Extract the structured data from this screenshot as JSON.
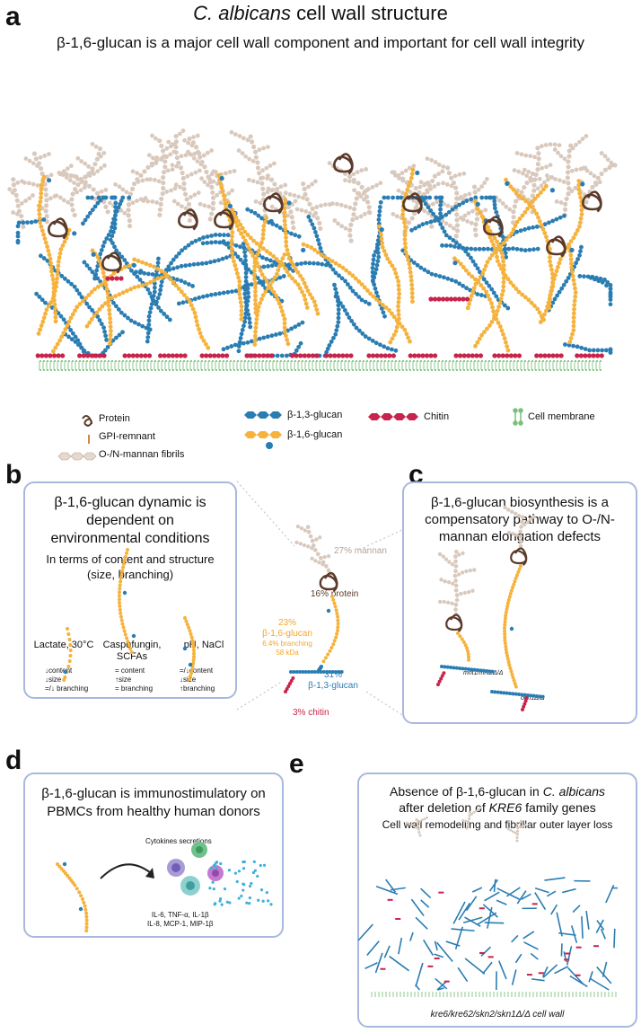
{
  "panel_a": {
    "label": "a",
    "title_italic": "C. albicans",
    "title_rest": " cell wall structure",
    "subtitle": "β-1,6-glucan is a major cell wall component and important for cell wall integrity",
    "legend": {
      "protein": "Protein",
      "gpi": "GPI-remnant",
      "mannan": "O-/N-mannan fibrils",
      "b13": "β-1,3-glucan",
      "b16": "β-1,6-glucan",
      "chitin": "Chitin",
      "membrane": "Cell membrane"
    }
  },
  "panel_b": {
    "label": "b",
    "title": "β-1,6-glucan dynamic is dependent on environmental conditions",
    "subtitle": "In terms of content and structure (size, branching)",
    "conditions": [
      {
        "name": "Lactate, 30°C",
        "effects": [
          "↓content",
          "↓size",
          "=/↓ branching"
        ]
      },
      {
        "name": "Caspofungin, SCFAs",
        "effects": [
          "= content",
          "↑size",
          "= branching"
        ]
      },
      {
        "name": "pH, NaCl",
        "effects": [
          "=/↓content",
          "↓size",
          "↑branching"
        ]
      }
    ]
  },
  "center": {
    "mannan": "27% mannan",
    "protein": "16% protein",
    "b16_pct": "23%",
    "b16_name": "β-1,6-glucan",
    "b16_branching": "6.4% branching",
    "b16_size": "58 kDa",
    "b13_pct": "31%",
    "b13_name": "β-1,3-glucan",
    "chitin": "3% chitin"
  },
  "panel_c": {
    "label": "c",
    "title": "β-1,6-glucan biosynthesis is a compensatory pathway to O-/N-mannan elongation defects",
    "mutant1": "mnt1/mnt2Δ/Δ",
    "mutant2": "och1Δ/Δ"
  },
  "panel_d": {
    "label": "d",
    "title": "β-1,6-glucan is immunostimulatory on PBMCs from healthy human donors",
    "cytokines_header": "Cytokines secretions",
    "cytokines_line1": "IL-6, TNF-α, IL-1β",
    "cytokines_line2": "IL-8, MCP-1, MIP-1β"
  },
  "panel_e": {
    "label": "e",
    "title_pre": "Absence of β-1,6-glucan in ",
    "title_italic": "C. albicans",
    "title_line2_pre": "after deletion of ",
    "title_line2_italic": "KRE6",
    "title_line2_post": " family genes",
    "subtitle": "Cell wall remodelling and fibrillar outer layer loss",
    "caption": "kre6/kre62/skn2/skn1Δ/Δ cell wall"
  },
  "colors": {
    "b13": "#2a7db3",
    "b16": "#f5b23c",
    "chitin": "#c8234a",
    "mannan": "#d9c9bd",
    "protein": "#5a3a2a",
    "membrane": "#8bc98b",
    "panel_border": "#a9b8e0"
  }
}
